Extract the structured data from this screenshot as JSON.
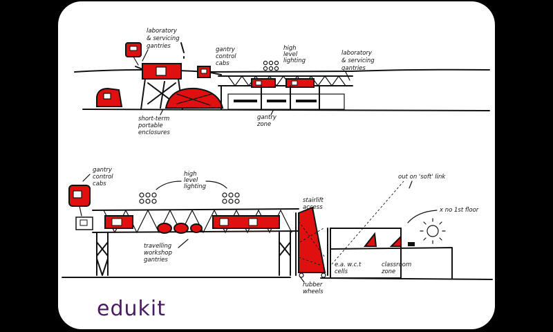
{
  "annotations": {
    "top_lab_gantries": "laboratory & servicing gantries",
    "top_control_cabs": "gantry control cabs",
    "top_lighting": "high level lighting",
    "top_lab_gantries_right": "laboratory & servicing gantries",
    "top_enclosures": "short-term portable enclosures",
    "top_gantry_zone": "gantry zone",
    "bottom_control_cabs": "gantry control cabs",
    "bottom_lighting": "high level lighting",
    "stairlift": "stairlift access",
    "soft_link": "out on 'soft' link",
    "no_first_floor": "x no 1st floor",
    "workshop_gantries": "travelling workshop gantries",
    "wc_cells": "e.a. w.c.t cells",
    "classroom_zone": "classroom zone",
    "rubber_wheels": "rubber wheels"
  },
  "brand": {
    "logo_text": "edukit"
  },
  "colors": {
    "accent": "#e01010",
    "ink": "#111111",
    "brand": "#4a1a64",
    "frame": "#000000"
  }
}
